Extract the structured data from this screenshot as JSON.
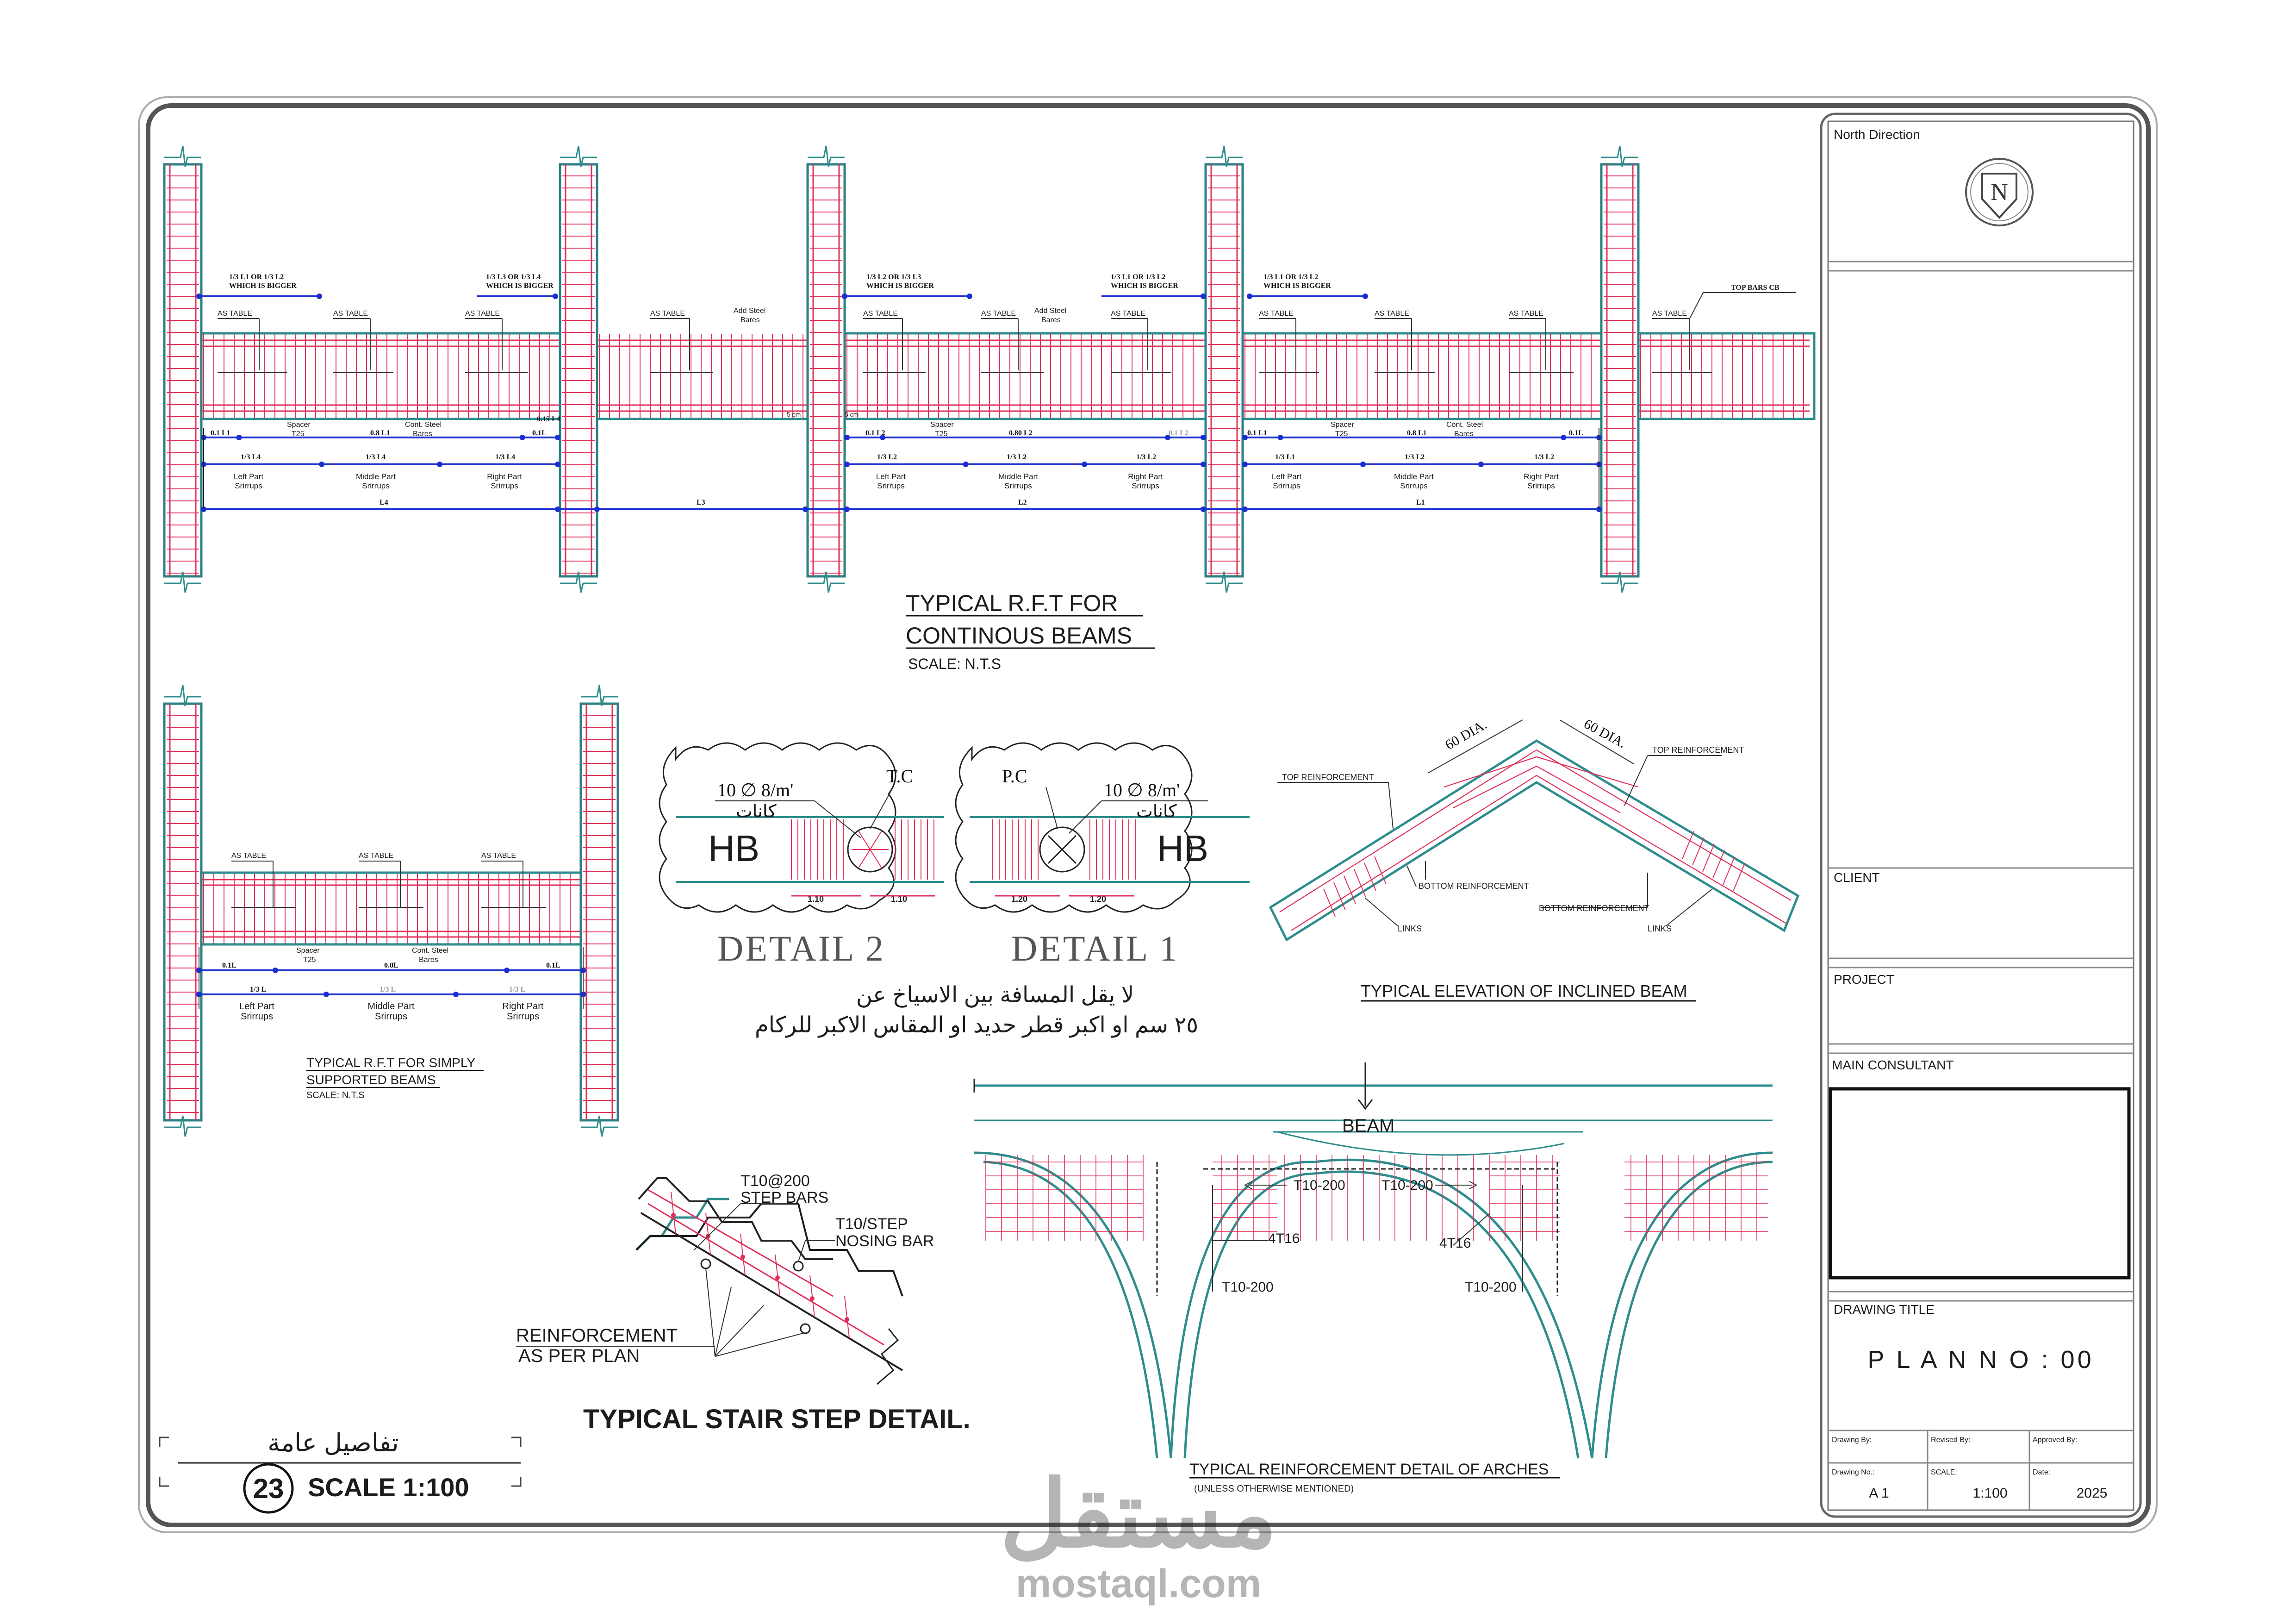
{
  "title_block": {
    "north_label": "North Direction",
    "north_letter": "N",
    "client_label": "CLIENT",
    "project_label": "PROJECT",
    "consultant_label": "MAIN CONSULTANT",
    "drawing_title_label": "DRAWING TITLE",
    "plan_no": "P L A N   N O : 00",
    "drawn_by_label": "Drawing By:",
    "revised_by_label": "Revised By:",
    "approved_by_label": "Approved By:",
    "drawing_no_label": "Drawing No.:",
    "drawing_no": "A 1",
    "scale_label": "SCALE:",
    "scale": "1:100",
    "date_label": "Date:",
    "date": "2025"
  },
  "continuous_beams": {
    "title_line1": "TYPICAL R.F.T FOR",
    "title_line2": "CONTINOUS BEAMS",
    "scale": "SCALE:  N.T.S",
    "top_notes": [
      "1/3 L1 OR 1/3 L2",
      "WHICH IS BIGGER",
      "1/3 L3 OR 1/3 L4",
      "WHICH IS BIGGER",
      "1/3 L2 OR 1/3 L3",
      "WHICH IS BIGGER",
      "1/3 L1 OR 1/3 L2",
      "WHICH IS BIGGER",
      "1/3 L1 OR 1/3 L2",
      "WHICH IS BIGGER"
    ],
    "as_table": "AS TABLE",
    "add_steel": [
      "Add Steel",
      "Bares"
    ],
    "top_bars": "TOP BARS CB",
    "spacer": [
      "Spacer",
      "T25"
    ],
    "cont_steel": [
      "Cont. Steel",
      "Bares"
    ],
    "bottom_dims_a": [
      "0.1 L1",
      "0.8 L1",
      "0.1L",
      "0.15 L4"
    ],
    "bottom_dims_b": [
      "0.1 L2",
      "0.80 L2",
      "0.1 L2"
    ],
    "bottom_dims_c": [
      "0.1 L1",
      "0.8 L1",
      "0.1L"
    ],
    "thirds_a": [
      "1/3 L4",
      "1/3 L4",
      "1/3 L4"
    ],
    "thirds_b": [
      "1/3 L2",
      "1/3 L2",
      "1/3 L2"
    ],
    "thirds_c": [
      "1/3 L1",
      "1/3 L2",
      "1/3 L2"
    ],
    "stirrups": [
      "Left Part",
      "Srirrups",
      "Middle Part",
      "Srirrups",
      "Right Part",
      "Srirrups"
    ],
    "spans": [
      "L4",
      "L3",
      "L2",
      "L1"
    ],
    "cm": "5 cm"
  },
  "simple_beams": {
    "title_line1": "TYPICAL R.F.T FOR SIMPLY",
    "title_line2": "SUPPORTED BEAMS",
    "scale": "SCALE:  N.T.S",
    "dims": [
      "0.1L",
      "0.8L",
      "0.1L"
    ],
    "thirds": [
      "1/3 L",
      "1/3 L",
      "1/3 L"
    ]
  },
  "details": {
    "tc": "T.C",
    "pc": "P.C",
    "spec": "10  ∅  8/m'",
    "kanat": "كانات",
    "hb": "HB",
    "dim_a": "1.10",
    "dim_b": "1.20",
    "detail2": "DETAIL  2",
    "detail1": "DETAIL  1",
    "arabic_line1": "لا يقل المسافة بين الاسياخ عن",
    "arabic_line2": "٢٥ سم او اكبر قطر حديد او المقاس الاكبر للركام"
  },
  "inclined_beam": {
    "title": "TYPICAL ELEVATION OF INCLINED BEAM",
    "dia": "60 DIA.",
    "top_reinf": "TOP REINFORCEMENT",
    "bottom_reinf": "BOTTOM REINFORCEMENT",
    "links": "LINKS"
  },
  "stair": {
    "step_bars_1": "T10@200",
    "step_bars_2": "STEP BARS",
    "nosing_1": "T10/STEP",
    "nosing_2": "NOSING BAR",
    "reinf_1": "REINFORCEMENT",
    "reinf_2": "AS PER PLAN",
    "title": "TYPICAL STAIR STEP DETAIL."
  },
  "arches": {
    "beam": "BEAM",
    "t10": "T10-200",
    "t16": "4T16",
    "title": "TYPICAL REINFORCEMENT DETAIL OF ARCHES",
    "subtitle": "(UNLESS  OTHERWISE  MENTIONED)"
  },
  "sheet_label": {
    "arabic_title": "تفاصيل عامة",
    "number": "23",
    "scale": "SCALE 1:100"
  },
  "watermark": {
    "arabic": "مستقل",
    "latin": "mostaql.com"
  },
  "colors": {
    "concrete_outline": "#2d8c8c",
    "rebar": "#e0305a",
    "dimension": "#1b2fd0",
    "ink": "#1c1c1c"
  }
}
